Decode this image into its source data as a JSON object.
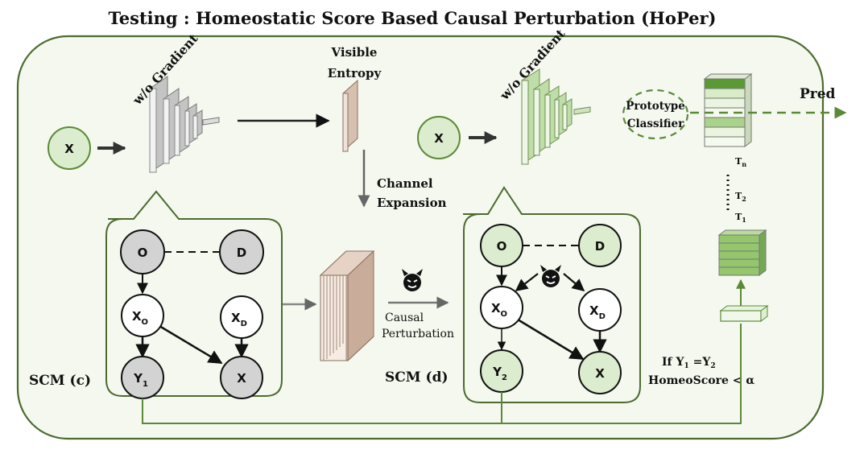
{
  "title": "Testing :  Homeostatic Score Based Causal Perturbation (HoPer)",
  "left_branch": {
    "input": "X",
    "gradient_label": "w/o Gradient",
    "entropy_line1": "Visible",
    "entropy_line2": "Entropy",
    "channel_line1": "Channel",
    "channel_line2": "Expansion"
  },
  "right_branch": {
    "input": "X",
    "gradient_label": "w/o Gradient",
    "classifier_line1": "Prototype",
    "classifier_line2": "Classifier",
    "pred": "Pred"
  },
  "perturbation_line1": "Causal",
  "perturbation_line2": "Perturbation",
  "scm_c": {
    "label": "SCM (c)",
    "nodes": {
      "o": "O",
      "d": "D",
      "xo": "X",
      "xo_sub": "O",
      "xd": "X",
      "xd_sub": "D",
      "y": "Y",
      "y_sub": "1",
      "x": "X"
    }
  },
  "scm_d": {
    "label": "SCM (d)",
    "nodes": {
      "o": "O",
      "d": "D",
      "xo": "X",
      "xo_sub": "O",
      "xd": "X",
      "xd_sub": "D",
      "y": "Y",
      "y_sub": "2",
      "x": "X"
    }
  },
  "time_labels": {
    "tn": "T",
    "tn_sub": "n",
    "t2": "T",
    "t2_sub": "2",
    "t1": "T",
    "t1_sub": "1"
  },
  "condition": {
    "line1_prefix": "If  Y",
    "line1_sub1": "1",
    "line1_mid": " =Y",
    "line1_sub2": "2",
    "line2": "HomeoScore < α"
  },
  "colors": {
    "panel_fill": "#f4f8ee",
    "frame": "#4d6b2f",
    "node_green": "#dceccf",
    "node_gray": "#d3d3d3",
    "feature_gray": "#c4c4c4",
    "feature_green": "#bfdda6",
    "entropy_brown": "#d7c0b0",
    "memory_green": "#93c66d"
  }
}
